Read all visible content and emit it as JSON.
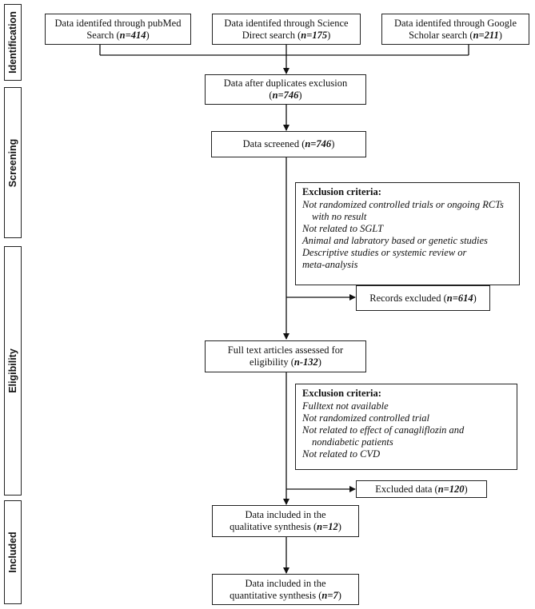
{
  "phases": {
    "identification": "Identification",
    "screening": "Screening",
    "eligibility": "Eligibility",
    "included": "Included"
  },
  "boxes": {
    "pubmed": {
      "line1": "Data identifed through pubMed",
      "line2_text": "Search (",
      "line2_n": "n=414",
      "line2_end": ")"
    },
    "science_direct": {
      "line1": "Data identifed through Science",
      "line2_text": "Direct search (",
      "line2_n": "n=175",
      "line2_end": ")"
    },
    "google_scholar": {
      "line1": "Data identifed through Google",
      "line2_text": "Scholar search (",
      "line2_n": "n=211",
      "line2_end": ")"
    },
    "after_duplicates": {
      "line1": "Data after duplicates exclusion",
      "line2_text": "(",
      "line2_n": "n=746",
      "line2_end": ")"
    },
    "screened": {
      "text": "Data screened (",
      "n": "n=746",
      "end": ")"
    },
    "records_excluded": {
      "text": "Records excluded (",
      "n": "n=614",
      "end": ")"
    },
    "full_text": {
      "line1": "Full text articles assessed for",
      "line2_text": "eligibility (",
      "line2_n": "n-132",
      "line2_end": ")"
    },
    "excluded_data": {
      "text": "Excluded data (",
      "n": "n=120",
      "end": ")"
    },
    "qualitative": {
      "line1": "Data included in the",
      "line2_text": "qualitative synthesis (",
      "line2_n": "n=12",
      "line2_end": ")"
    },
    "quantitative": {
      "line1": "Data included in the",
      "line2_text": "quantitative synthesis  (",
      "line2_n": "n=7",
      "line2_end": ")"
    }
  },
  "exclusion_1": {
    "title": "Exclusion criteria:",
    "items": [
      "Not randomized controlled trials or ongoing RCTs",
      "with no result",
      "Not related to SGLT",
      "Animal and labratory based or genetic studies",
      "Descriptive studies or systemic review or",
      "meta-analysis"
    ]
  },
  "exclusion_2": {
    "title": "Exclusion criteria:",
    "items": [
      "Fulltext not available",
      "Not randomized controlled trial",
      "Not related to effect of canagliflozin and",
      "nondiabetic patients",
      "Not related to CVD"
    ]
  }
}
